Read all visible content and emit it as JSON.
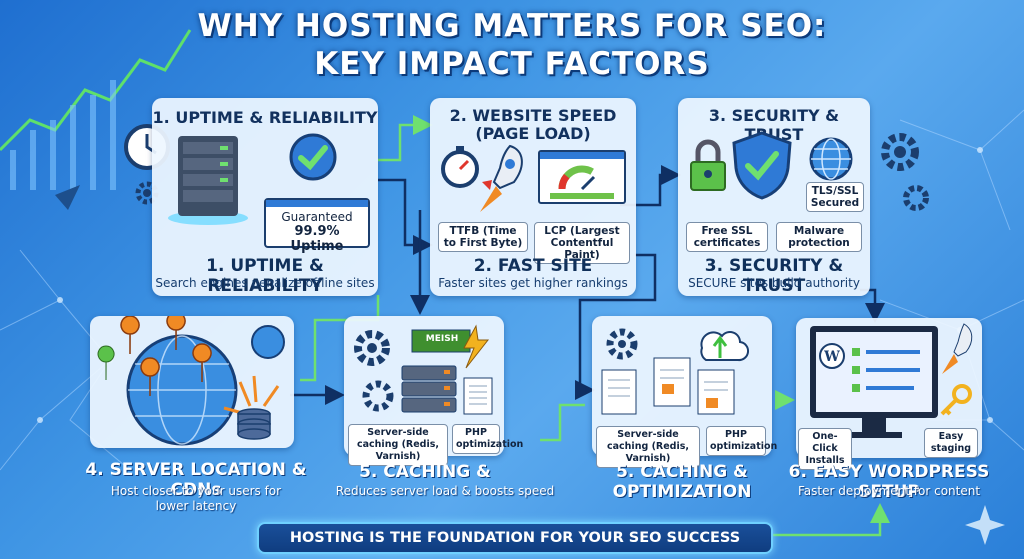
{
  "title_line1": "WHY HOSTING MATTERS FOR SEO:",
  "title_line2": "KEY IMPACT FACTORS",
  "panels": {
    "uptime": {
      "title": "1. UPTIME & RELIABILITY",
      "badge_line1": "Guaranteed",
      "badge_line2": "99.9% Uptime",
      "tag": "1. UPTIME & RELIABILITY",
      "desc": "Search engines penalize offline sites"
    },
    "speed": {
      "title_line1": "2. WEBSITE SPEED",
      "title_line2": "(PAGE LOAD)",
      "chip1": "TTFB (Time to First Byte)",
      "chip2": "LCP (Largest Contentful Paint)",
      "tag": "2. FAST SITE",
      "desc": "Faster sites get higher rankings"
    },
    "security": {
      "title": "3. SECURITY & TRUST",
      "tls": "TLS/SSL Secured",
      "chip1": "Free SSL certificates",
      "chip2": "Malware protection",
      "tag": "3. SECURITY & TRUST",
      "desc": "SECURE sites build authority"
    },
    "location": {
      "label": "4. SERVER LOCATION & CDNs",
      "desc_line1": "Host closer to your users for",
      "desc_line2": "lower latency"
    },
    "caching": {
      "chip1": "Server-side caching (Redis, Varnish)",
      "chip2": "PHP optimization",
      "ram_text": "MEISH",
      "label": "5. CACHING &",
      "desc": "Reduces server load & boosts speed"
    },
    "optimization": {
      "chip1": "Server-side caching (Redis, Varnish)",
      "chip2": "PHP optimization",
      "label_line1": "5. CACHING &",
      "label_line2": "OPTIMIZATION"
    },
    "wordpress": {
      "chip1": "One-Click Installs",
      "chip2": "Easy staging",
      "label": "6. EASY WORDPRESS SETUP",
      "desc": "Faster deployment for content"
    }
  },
  "banner": "HOSTING IS THE FOUNDATION FOR YOUR SEO SUCCESS",
  "colors": {
    "accent": "#2f7ad6",
    "green": "#3fbf3f",
    "orange": "#f08a24",
    "navy": "#12315e"
  }
}
